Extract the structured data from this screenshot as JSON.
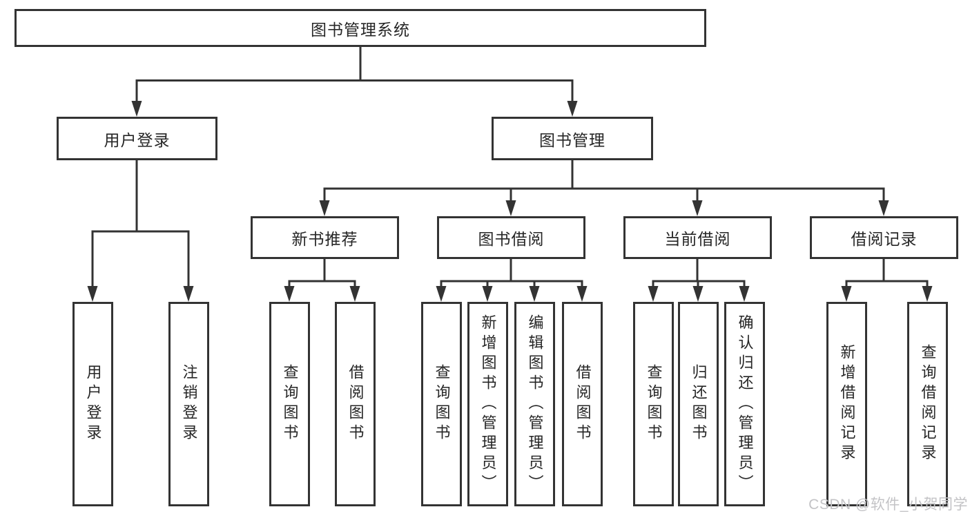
{
  "diagram_title": "图书管理系统",
  "nodes": {
    "root": "图书管理系统",
    "level2": [
      "用户登录",
      "图书管理"
    ],
    "level3": [
      "新书推荐",
      "图书借阅",
      "当前借阅",
      "借阅记录"
    ],
    "leaves": {
      "user": [
        "用户登录",
        "注销登录"
      ],
      "new_books": [
        "查询图书",
        "借阅图书"
      ],
      "borrow": [
        "查询图书",
        "新增图书（管理员）",
        "编辑图书（管理员）",
        "借阅图书"
      ],
      "current": [
        "查询图书",
        "归还图书",
        "确认归还（管理员）"
      ],
      "records": [
        "新增借阅记录",
        "查询借阅记录"
      ]
    }
  },
  "colors": {
    "line": "#333333",
    "text": "#262626",
    "watermark": "#c3c3c6",
    "background": "#ffffff"
  },
  "watermark": "CSDN @软件_小贺同学"
}
